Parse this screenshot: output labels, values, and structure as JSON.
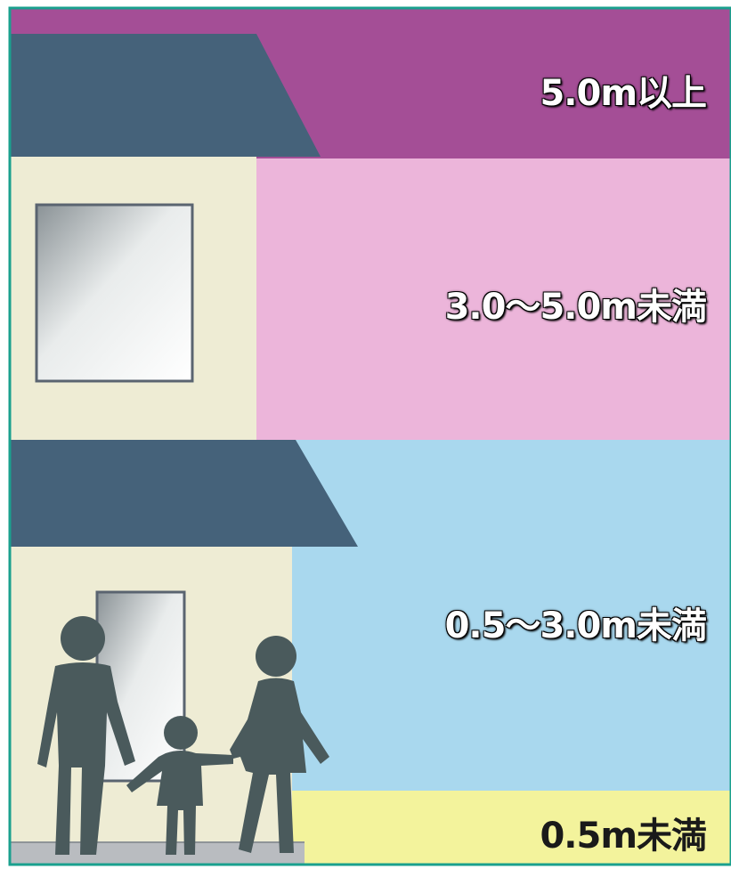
{
  "bands": {
    "over_5m": {
      "label": "5.0m以上",
      "color": "#a44e96"
    },
    "m3_to_5": {
      "label": "3.0～5.0m未満",
      "color": "#ecb5da"
    },
    "m05_to_3": {
      "label": "0.5～3.0m未満",
      "color": "#a9d8ee"
    },
    "under_05": {
      "label": "0.5m未満",
      "color": "#f3f39c"
    }
  },
  "colors": {
    "frame": "#1aa08e",
    "roof": "#45627a",
    "wall": "#eeecd4",
    "window_frame": "#5a6470",
    "silhouette": "#4a5a5c"
  }
}
